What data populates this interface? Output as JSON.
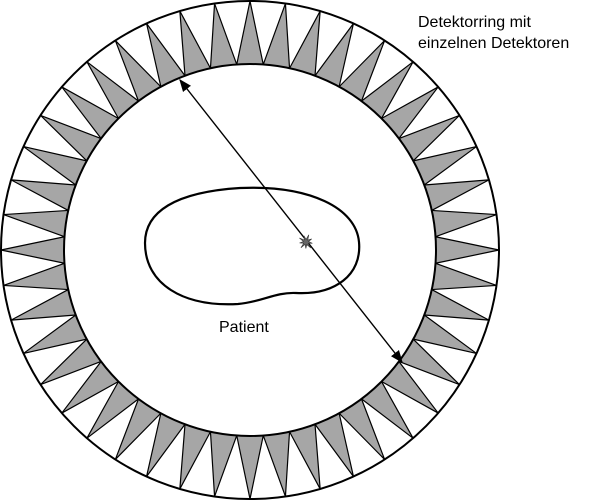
{
  "labels": {
    "detector_ring_line1": "Detektorring mit",
    "detector_ring_line2": "einzelnen Detektoren",
    "patient": "Patient"
  },
  "detector_ring": {
    "detector_count": 44,
    "detector_fill": "#a6a6a6",
    "outline_color": "#000000",
    "background": "#ffffff"
  },
  "annihilation_event": {
    "color": "#666666"
  }
}
